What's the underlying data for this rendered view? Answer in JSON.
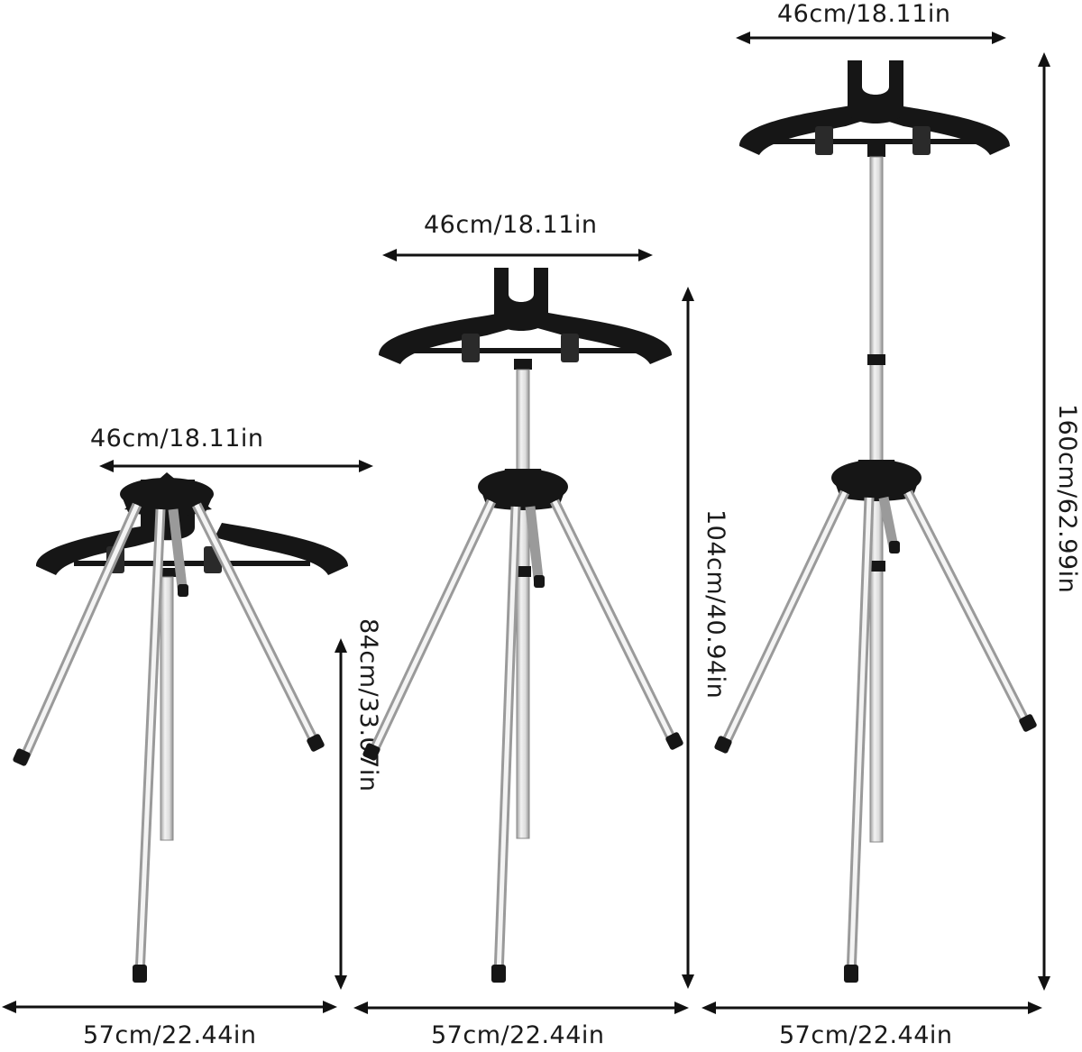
{
  "stands": [
    {
      "id": "small",
      "hanger_width_label": "46cm/18.11in",
      "height_label": "84cm/33.07in",
      "base_width_label": "57cm/22.44in"
    },
    {
      "id": "medium",
      "hanger_width_label": "46cm/18.11in",
      "height_label": "104cm/40.94in",
      "base_width_label": "57cm/22.44in"
    },
    {
      "id": "large",
      "hanger_width_label": "46cm/18.11in",
      "height_label": "160cm/62.99in",
      "base_width_label": "57cm/22.44in"
    }
  ],
  "colors": {
    "background": "#ffffff",
    "hanger": "#161616",
    "pole": "#d9d9d9",
    "arrow": "#111111"
  }
}
